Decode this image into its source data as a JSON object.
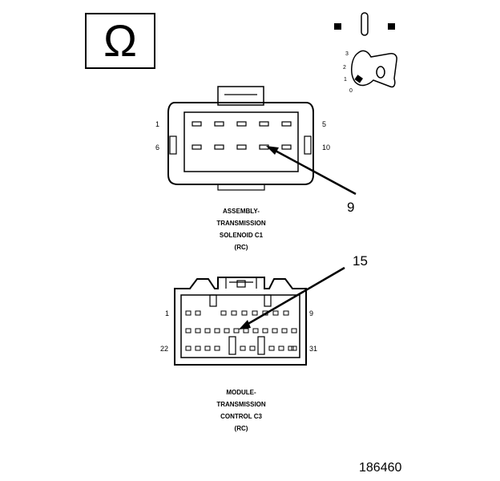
{
  "ohm_symbol": "Ω",
  "ignition": {
    "positions": [
      "3",
      "2",
      "1",
      "0"
    ]
  },
  "connector_c1": {
    "caption_lines": [
      "ASSEMBLY-",
      "TRANSMISSION",
      "SOLENOID C1",
      "(RC)"
    ],
    "pin_labels": {
      "top_left": "1",
      "top_right": "5",
      "bottom_left": "6",
      "bottom_right": "10"
    },
    "callout": "9"
  },
  "connector_c3": {
    "caption_lines": [
      "MODULE-",
      "TRANSMISSION",
      "CONTROL C3",
      "(RC)"
    ],
    "pin_labels": {
      "top_left": "1",
      "top_right": "9",
      "bottom_left": "22",
      "bottom_right": "31"
    },
    "callout": "15"
  },
  "figure_id": "186460"
}
